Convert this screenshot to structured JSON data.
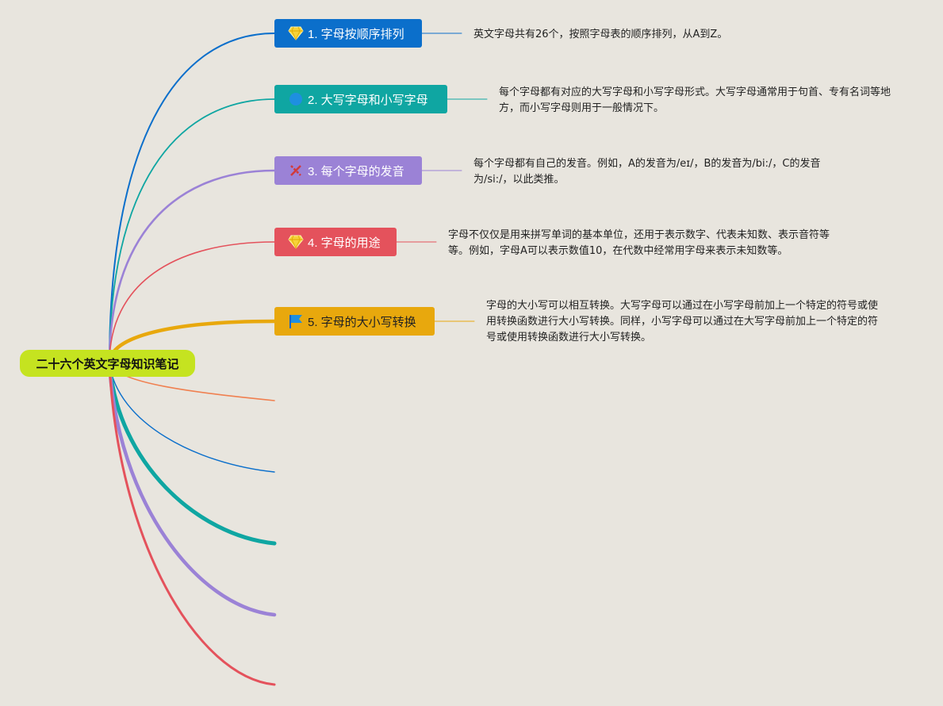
{
  "root": {
    "label": "二十六个英文字母知识笔记"
  },
  "branches": [
    {
      "label": "1. 字母按顺序排列",
      "icon": "diamond-icon",
      "color": "#0b6fcb",
      "note": "英文字母共有26个，按照字母表的顺序排列，从A到Z。"
    },
    {
      "label": "2. 大写字母和小写字母",
      "icon": "circle-icon",
      "color": "#0fa6a2",
      "note": "每个字母都有对应的大写字母和小写字母形式。大写字母通常用于句首、专有名词等地方，而小写字母则用于一般情况下。"
    },
    {
      "label": "3. 每个字母的发音",
      "icon": "tools-icon",
      "color": "#9b82d6",
      "note": "每个字母都有自己的发音。例如，A的发音为/eɪ/，B的发音为/bi:/，C的发音为/si:/，以此类推。"
    },
    {
      "label": "4. 字母的用途",
      "icon": "diamond-icon",
      "color": "#e4525c",
      "note": "字母不仅仅是用来拼写单词的基本单位，还用于表示数字、代表未知数、表示音符等等。例如，字母A可以表示数值10，在代数中经常用字母来表示未知数等。"
    },
    {
      "label": "5. 字母的大小写转换",
      "icon": "flag-icon",
      "color": "#e8a80d",
      "note": "字母的大小写可以相互转换。大写字母可以通过在小写字母前加上一个特定的符号或使用转换函数进行大小写转换。同样，小写字母可以通过在大写字母前加上一个特定的符号或使用转换函数进行大小写转换。"
    }
  ],
  "empty_branches": [
    {
      "color": "#f08050"
    },
    {
      "color": "#0b6fcb"
    },
    {
      "color": "#0fa6a2"
    },
    {
      "color": "#9b82d6"
    },
    {
      "color": "#e4525c"
    }
  ]
}
